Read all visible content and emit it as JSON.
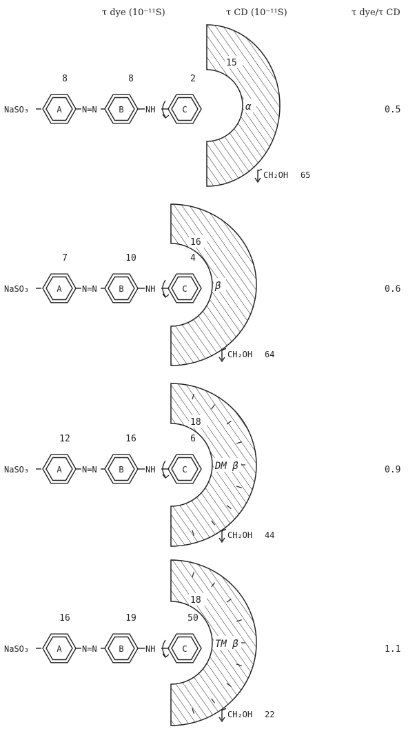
{
  "header": {
    "col1": "τ dye (10⁻¹¹S)",
    "col2": "τ CD (10⁻¹¹S)",
    "col3": "τ dye/τ CD"
  },
  "panels": [
    {
      "group": "NaSO₃",
      "rings": [
        "A",
        "B",
        "C"
      ],
      "azo": "N=N",
      "nh": "NH",
      "tau_a": "8",
      "tau_b": "8",
      "tau_c": "2",
      "tau_cd": "15",
      "cd_label": "α",
      "ch2oh": "CH₂OH",
      "tau_ch2oh": "65",
      "ratio": "0.5"
    },
    {
      "group": "NaSO₃",
      "rings": [
        "A",
        "B",
        "C"
      ],
      "azo": "N=N",
      "nh": "NH",
      "tau_a": "7",
      "tau_b": "10",
      "tau_c": "4",
      "tau_cd": "16",
      "cd_label": "β",
      "ch2oh": "CH₂OH",
      "tau_ch2oh": "64",
      "ratio": "0.6"
    },
    {
      "group": "NaSO₃",
      "rings": [
        "A",
        "B",
        "C"
      ],
      "azo": "N=N",
      "nh": "NH",
      "tau_a": "12",
      "tau_b": "16",
      "tau_c": "6",
      "tau_cd": "18",
      "cd_label": "DM β",
      "ch2oh": "CH₂OH",
      "tau_ch2oh": "44",
      "ratio": "0.9"
    },
    {
      "group": "NaSO₃",
      "rings": [
        "A",
        "B",
        "C"
      ],
      "azo": "N=N",
      "nh": "NH",
      "tau_a": "16",
      "tau_b": "19",
      "tau_c": "50",
      "tau_cd": "18",
      "cd_label": "TM β",
      "ch2oh": "CH₂OH",
      "tau_ch2oh": "22",
      "ratio": "1.1"
    }
  ]
}
